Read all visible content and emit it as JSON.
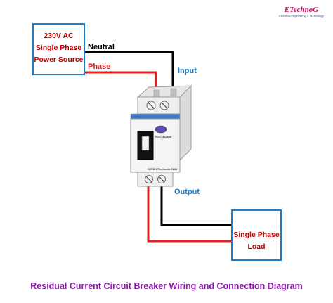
{
  "brand": {
    "name": "ETechnoG",
    "tagline": "Electrical Engineering & Technology"
  },
  "source_box": {
    "line1": "230V AC",
    "line2": "Single Phase",
    "line3": "Power Source"
  },
  "load_box": {
    "line1": "Single Phase",
    "line2": "Load"
  },
  "wires": {
    "neutral": "Neutral",
    "phase": "Phase"
  },
  "ports": {
    "input": "Input",
    "output": "Output"
  },
  "device": {
    "test_button": "TEST Button",
    "website": "WWW.ETechnoG.COM"
  },
  "caption": "Residual Current Circuit Breaker Wiring and Connection Diagram",
  "colors": {
    "box_border": "#1e7fc8",
    "box_text": "#c00000",
    "neutral_wire": "#000000",
    "phase_wire": "#e02020",
    "caption": "#8b1aa8",
    "port_label": "#1e7fc8"
  }
}
